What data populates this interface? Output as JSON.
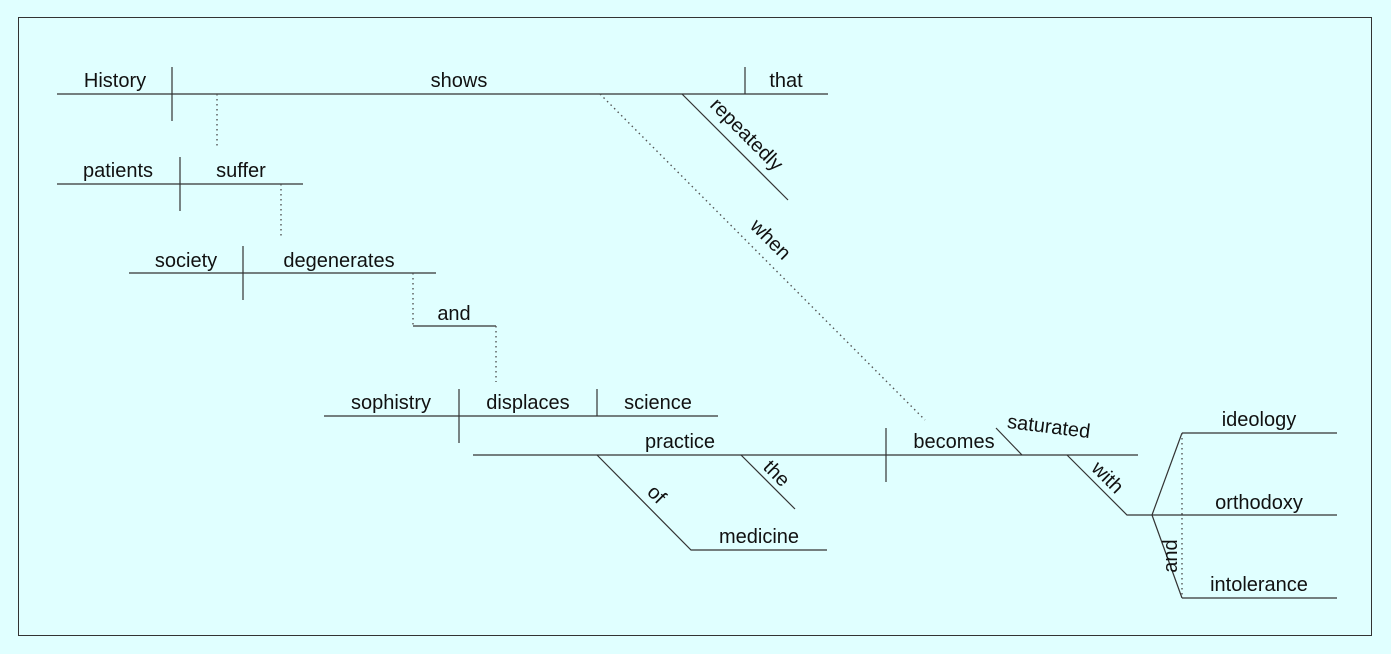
{
  "words": {
    "history": "History",
    "shows": "shows",
    "that": "that",
    "repeatedly": "repeatedly",
    "patients": "patients",
    "suffer": "suffer",
    "society": "society",
    "degenerates": "degenerates",
    "and_1": "and",
    "sophistry": "sophistry",
    "displaces": "displaces",
    "science": "science",
    "when": "when",
    "practice": "practice",
    "the": "the",
    "of": "of",
    "medicine": "medicine",
    "becomes": "becomes",
    "saturated": "saturated",
    "with": "with",
    "and_2": "and",
    "ideology": "ideology",
    "orthodoxy": "orthodoxy",
    "intolerance": "intolerance"
  }
}
